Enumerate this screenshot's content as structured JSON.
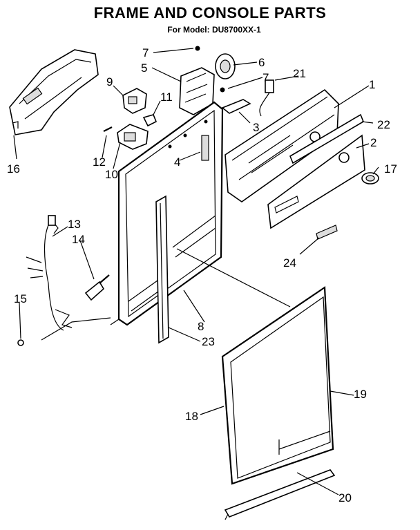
{
  "title": "FRAME AND CONSOLE PARTS",
  "model": "For Model: DU8700XX-1",
  "callouts": [
    "1",
    "2",
    "3",
    "4",
    "5",
    "6",
    "7",
    "7",
    "8",
    "9",
    "10",
    "11",
    "12",
    "13",
    "14",
    "15",
    "16",
    "17",
    "18",
    "19",
    "20",
    "21",
    "22",
    "23",
    "24"
  ]
}
